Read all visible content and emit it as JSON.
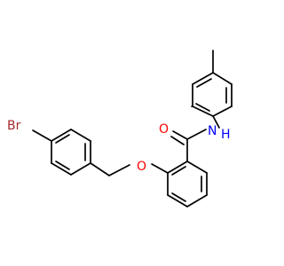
{
  "colors": {
    "background": "#ffffff",
    "bond": "#000000",
    "oxygen": "#ff0000",
    "nitrogen": "#0000ff",
    "bromine": "#a52a2a",
    "hydrogen": "#000000"
  },
  "atoms": {
    "bromine": "Br",
    "amide_oxygen": "O",
    "ether_oxygen": "O",
    "nitrogen": "N",
    "hydrogen": "H"
  }
}
